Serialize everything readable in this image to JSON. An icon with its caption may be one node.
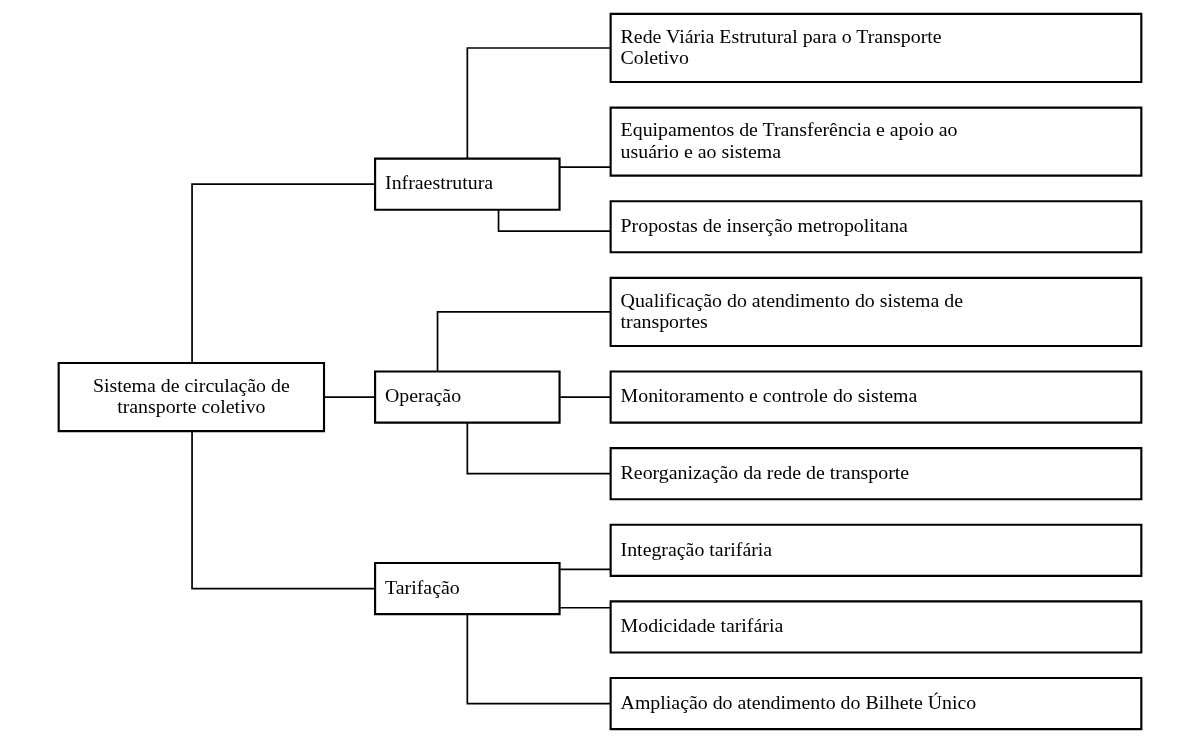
{
  "diagram": {
    "nodes": [
      {
        "text": [
          "Sistema de circulação de transporte coletivo"
        ]
      },
      {
        "text": [
          "Infraestrutura"
        ]
      },
      {
        "text": [
          "Rede Viária Estrutural para o Transporte Coletivo"
        ]
      },
      {
        "text": [
          "Equipamentos de Transferência e apoio ao usuário e ao sistema"
        ]
      },
      {
        "text": [
          "Propostas de inserção metropolitana"
        ]
      },
      {
        "text": [
          "Operação"
        ]
      },
      {
        "text": [
          "Qualificação do atendimento do sistema de transportes"
        ]
      },
      {
        "text": [
          "Monitoramento e controle do sistema"
        ]
      },
      {
        "text": [
          "Reorganização da rede de transporte"
        ]
      },
      {
        "text": [
          "Tarifação"
        ]
      },
      {
        "text": [
          "Integração tarifária"
        ]
      },
      {
        "text": [
          "Modicidade tarifária"
        ]
      },
      {
        "text": [
          "Ampliação do atendimento do Bilhete Único"
        ]
      }
    ],
    "edges": [
      {
        "from": 0,
        "to": 1,
        "arrow": "none"
      },
      {
        "from": 1,
        "to": 2,
        "arrow": "none"
      },
      {
        "from": 1,
        "to": 3,
        "arrow": "none"
      },
      {
        "from": 1,
        "to": 4,
        "arrow": "none"
      },
      {
        "from": 0,
        "to": 5,
        "arrow": "none"
      },
      {
        "from": 5,
        "to": 6,
        "arrow": "none"
      },
      {
        "from": 5,
        "to": 7,
        "arrow": "none"
      },
      {
        "from": 5,
        "to": 8,
        "arrow": "none"
      },
      {
        "from": 0,
        "to": 9,
        "arrow": "none"
      },
      {
        "from": 9,
        "to": 10,
        "arrow": "none"
      },
      {
        "from": 9,
        "to": 11,
        "arrow": "none"
      },
      {
        "from": 9,
        "to": 12,
        "arrow": "none"
      }
    ]
  }
}
